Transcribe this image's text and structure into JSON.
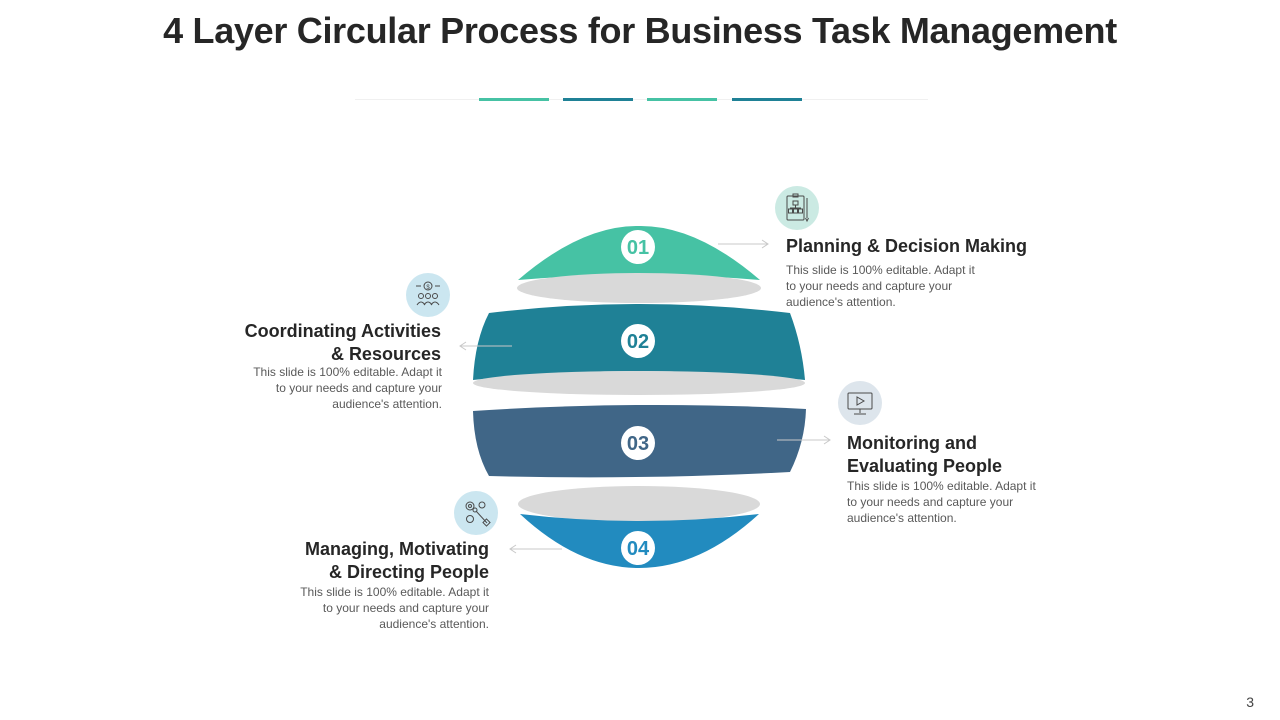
{
  "title": "4 Layer Circular Process for Business Task Management",
  "colors": {
    "teal": "#46c2a4",
    "dark_teal": "#1f8196",
    "slate": "#406687",
    "blue": "#228bbf",
    "gray_disc": "#d9d9d9",
    "icon_bg": "#cbe6f0"
  },
  "steps": [
    {
      "number": "01",
      "title_lines": [
        "Planning & Decision Making"
      ],
      "description_lines": [
        "This slide is 100% editable. Adapt it",
        "to your needs and capture your",
        "audience's attention."
      ],
      "icon": "org-chart-clipboard-icon"
    },
    {
      "number": "02",
      "title_lines": [
        "Coordinating Activities",
        "& Resources"
      ],
      "description_lines": [
        "This slide is 100% editable. Adapt it",
        "to your needs and capture your",
        "audience's attention."
      ],
      "icon": "team-resources-icon"
    },
    {
      "number": "03",
      "title_lines": [
        "Monitoring and",
        "Evaluating People"
      ],
      "description_lines": [
        "This slide is 100% editable. Adapt it",
        "to your needs and capture your",
        "audience's attention."
      ],
      "icon": "monitor-play-icon"
    },
    {
      "number": "04",
      "title_lines": [
        "Managing, Motivating",
        "& Directing People"
      ],
      "description_lines": [
        "This slide is 100% editable. Adapt it",
        "to your needs and capture your",
        "audience's attention."
      ],
      "icon": "gears-wrench-icon"
    }
  ],
  "page_number": "3"
}
